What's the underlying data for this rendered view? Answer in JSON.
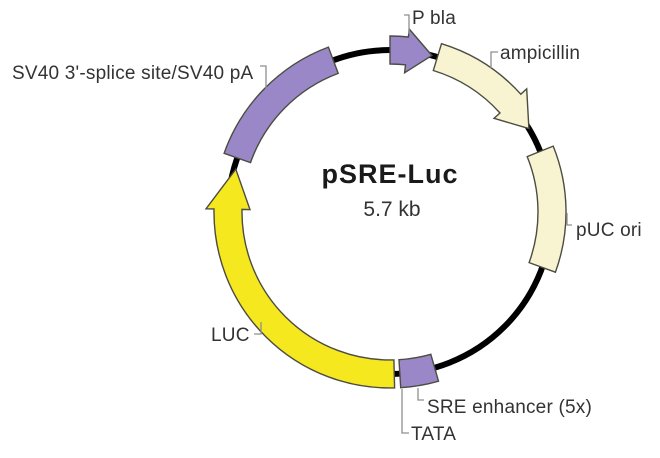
{
  "diagram": {
    "title": "pSRE-Luc",
    "size_label": "5.7 kb",
    "labels": {
      "sv40": "SV40 3'-splice site/SV40 pA",
      "pbla": "P bla",
      "ampicillin": "ampicillin",
      "puc_ori": "pUC ori",
      "sre_enhancer": "SRE enhancer (5x)",
      "tata": "TATA",
      "luc": "LUC"
    },
    "colors": {
      "purple": "#9a87c8",
      "cream": "#f8f4d1",
      "yellow": "#f6e81f",
      "backbone": "#000000",
      "outline": "#4c4c42",
      "leader": "#8f8f8f",
      "text": "#333333"
    },
    "segments": [
      {
        "name": "P bla",
        "shape": "arc-arrow",
        "color": "purple",
        "start_deg": 0,
        "end_deg": 15,
        "direction": "clockwise"
      },
      {
        "name": "ampicillin",
        "shape": "arc-arrow",
        "color": "cream",
        "start_deg": 17,
        "end_deg": 59,
        "direction": "clockwise"
      },
      {
        "name": "pUC ori",
        "shape": "arc",
        "color": "cream",
        "start_deg": 68,
        "end_deg": 110,
        "direction": "none"
      },
      {
        "name": "SRE enhancer (5x)",
        "shape": "arc-block",
        "color": "purple",
        "start_deg": 164,
        "end_deg": 176.5,
        "direction": "none"
      },
      {
        "name": "LUC",
        "shape": "arc-arrow",
        "color": "yellow",
        "start_deg": 178.5,
        "end_deg": 285.5,
        "direction": "clockwise"
      },
      {
        "name": "SV40 3'-splice site/SV40 pA",
        "shape": "arc",
        "color": "purple",
        "start_deg": 289.5,
        "end_deg": 339.5,
        "direction": "none"
      }
    ]
  }
}
